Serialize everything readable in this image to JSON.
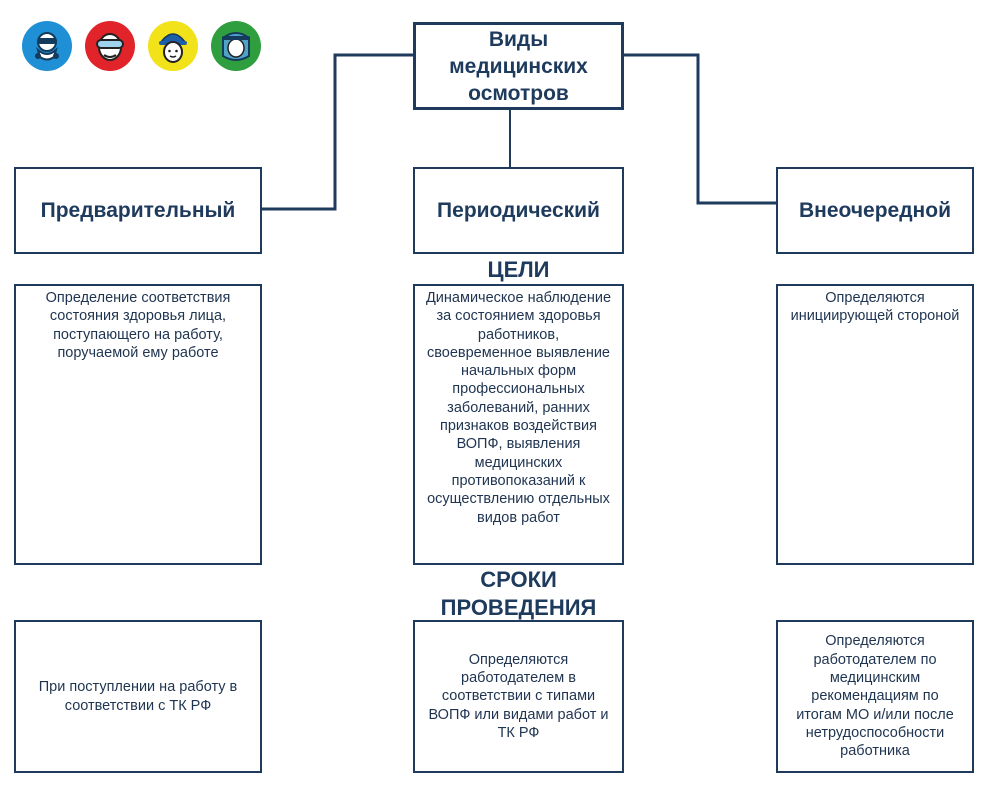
{
  "root": {
    "title": "Виды медицинских осмотров"
  },
  "types": [
    {
      "label": "Предварительный"
    },
    {
      "label": "Периодический"
    },
    {
      "label": "Внеочередной"
    }
  ],
  "sections": {
    "goals_label": "ЦЕЛИ",
    "timing_label": "СРОКИ ПРОВЕДЕНИЯ"
  },
  "goals": [
    "Определение соответствия состояния здоровья лица, поступающего на работу, поручаемой ему работе",
    "Динамическое наблюдение за состоянием здоровья работников, своевременное выявление начальных форм профессиональных заболеваний, ранних признаков воздействия ВОПФ, выявления медицинских противопоказаний к осуществлению отдельных видов работ",
    "Определяются инициирующей стороной"
  ],
  "timing": [
    "При поступлении на работу в соответствии с ТК РФ",
    "Определяются работодателем в соответствии с типами ВОПФ или видами работ и ТК РФ",
    "Определяются работодателем по медицинским рекомендациям по итогам МО и/или после нетрудоспособности работника"
  ],
  "icons": [
    {
      "name": "respirator-mask-icon",
      "color": "#1f8fd6"
    },
    {
      "name": "safety-goggles-icon",
      "color": "#e0242a"
    },
    {
      "name": "hard-hat-icon",
      "color": "#f2e21a"
    },
    {
      "name": "face-shield-icon",
      "color": "#2e9e3e"
    }
  ],
  "colors": {
    "line": "#1e3a5c",
    "text": "#1e3a5c"
  }
}
